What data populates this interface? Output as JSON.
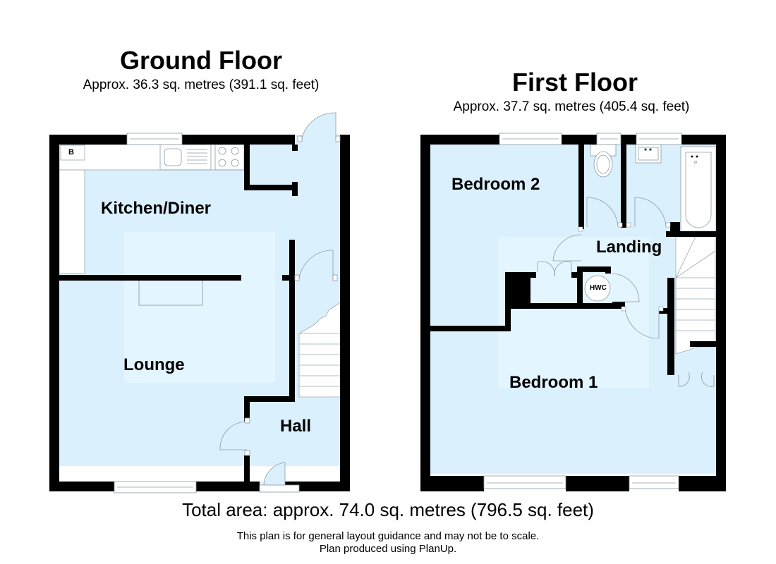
{
  "ground_floor": {
    "title": "Ground Floor",
    "area": "Approx. 36.3 sq. metres (391.1 sq. feet)",
    "rooms": {
      "kitchen": "Kitchen/Diner",
      "lounge": "Lounge",
      "hall": "Hall"
    },
    "fixtures": {
      "boiler": "B"
    }
  },
  "first_floor": {
    "title": "First Floor",
    "area": "Approx. 37.7 sq. metres (405.4 sq. feet)",
    "rooms": {
      "bedroom2": "Bedroom 2",
      "landing": "Landing",
      "bedroom1": "Bedroom 1"
    },
    "fixtures": {
      "hwc": "HWC"
    }
  },
  "footer": {
    "total": "Total area: approx. 74.0 sq. metres (796.5 sq. feet)",
    "disclaimer_line1": "This plan is for general layout guidance and may not be to scale.",
    "disclaimer_line2": "Plan produced using PlanUp."
  },
  "colors": {
    "wall": "#000000",
    "floor": "#dbf0fd",
    "highlight": "#e3f5ff",
    "fixture_line": "#8a9aa6",
    "worktop": "#ffffff"
  }
}
